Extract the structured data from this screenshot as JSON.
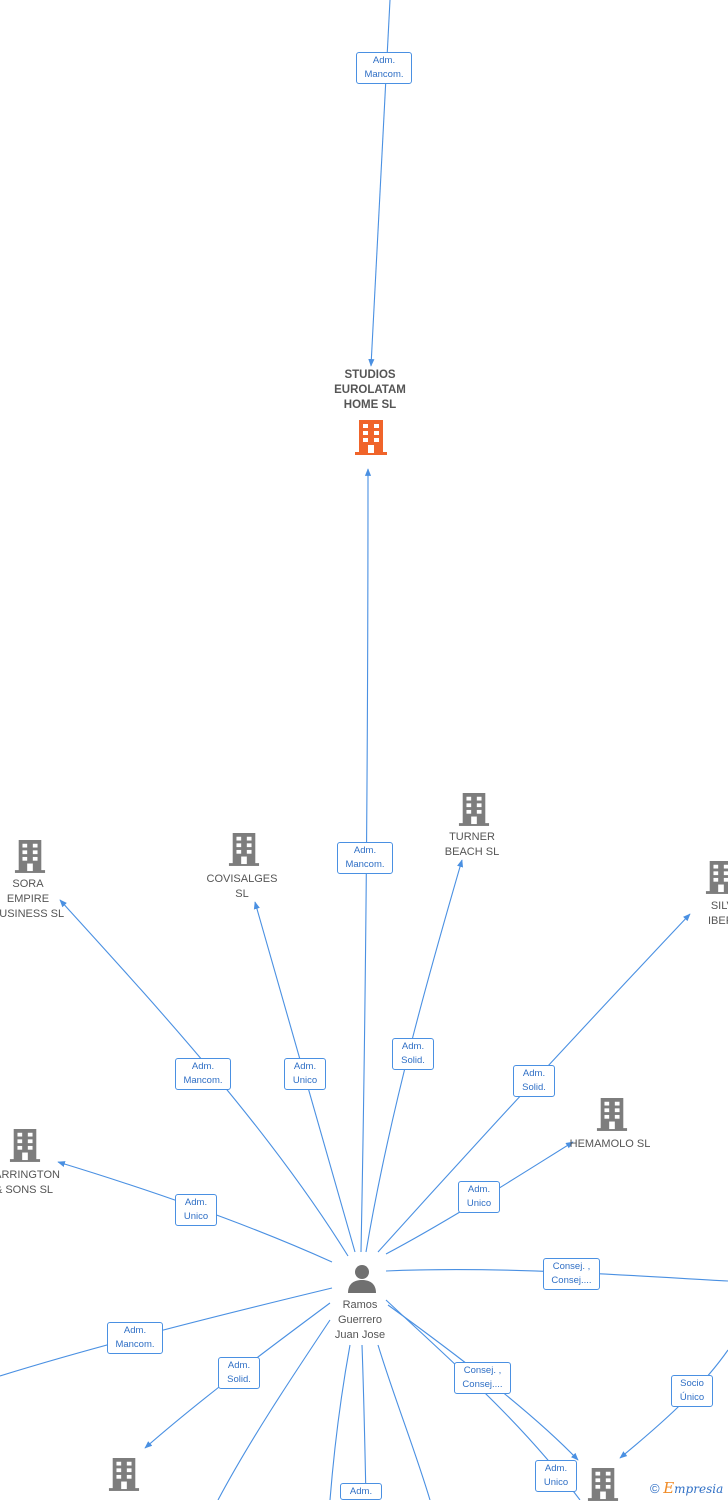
{
  "colors": {
    "edge": "#4a90e2",
    "building": "#7d7d7d",
    "main_building": "#f0642a",
    "person": "#707070"
  },
  "nodes": {
    "studios": "STUDIOS\nEUROLATAM\nHOME  SL",
    "person": "Ramos\nGuerrero\nJuan Jose",
    "sora": "SORA\nEMPIRE\nBUSINESS  SL",
    "covisalges": "COVISALGES\nSL",
    "turner": "TURNER\nBEACH  SL",
    "silver": "SILVER\nIBERICA",
    "hemamolo": "HEMAMOLO SL",
    "farrington": "FARRINGTON\n& SONS  SL"
  },
  "roles": {
    "r_top": "Adm.\nMancom.",
    "r_studios": "Adm.\nMancom.",
    "r_sora": "Adm.\nMancom.",
    "r_covisalges": "Adm.\nUnico",
    "r_turner": "Adm.\nSolid.",
    "r_silver": "Adm.\nSolid.",
    "r_hemamolo": "Adm.\nUnico",
    "r_farrington": "Adm.\nUnico",
    "r_consej_right": "Consej. ,\nConsej....",
    "r_left_lower": "Adm.\nMancom.",
    "r_solid_lower": "Adm.\nSolid.",
    "r_consej_lower": "Consej. ,\nConsej....",
    "r_socio": "Socio\nÚnico",
    "r_unico_bottom": "Adm.\nUnico",
    "r_bottom": "Adm."
  },
  "icons": {
    "building": "building-icon",
    "main_building": "building-icon-highlighted",
    "person": "person-icon"
  },
  "footer": {
    "copyright": "©",
    "brand_initial": "E",
    "brand_rest": "mpresia"
  }
}
